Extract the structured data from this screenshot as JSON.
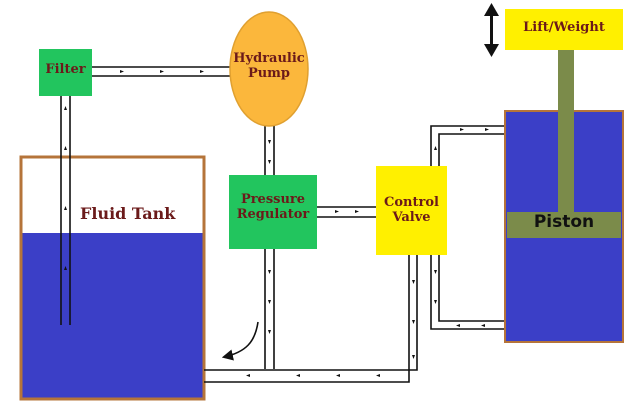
{
  "labels": {
    "filter": "Filter",
    "pump": [
      "Hydraulic",
      "Pump"
    ],
    "tank": "Fluid Tank",
    "regulator": [
      "Pressure",
      "Regulator"
    ],
    "valve": [
      "Control",
      "Valve"
    ],
    "lift": "Lift/Weight",
    "piston": "Piston"
  },
  "colors": {
    "fluid": "#3b3fc7",
    "tank_border": "#b5743a",
    "filter": "#22c55e",
    "regulator": "#22c55e",
    "pump": "#fbb73c",
    "pump_border": "#e0a030",
    "valve": "#fff000",
    "lift": "#fff000",
    "rod": "#7b8b4a",
    "label_dark": "#6b1a1a",
    "pipe": "#111111"
  },
  "icons": [
    "double-arrow-icon",
    "return-arrow-icon",
    "flow-arrow-icon"
  ]
}
